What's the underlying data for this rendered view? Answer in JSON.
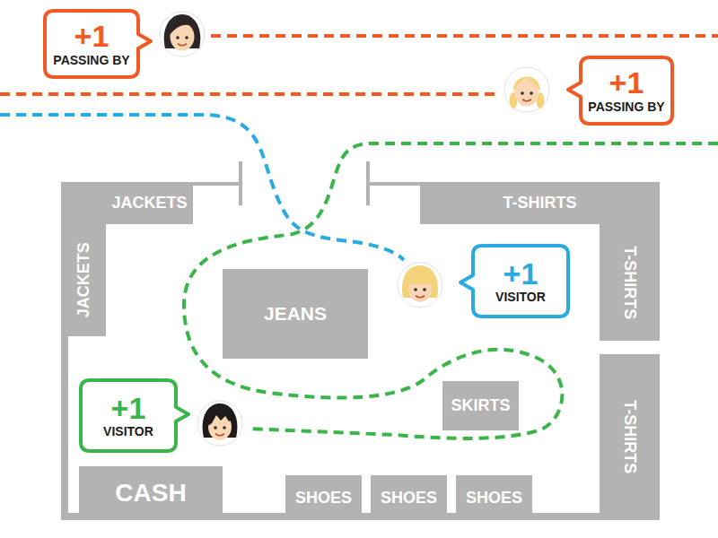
{
  "diagram": {
    "nodes": [
      {
        "text": [
          "+1",
          "PASSING BY"
        ]
      },
      {
        "text": [
          "+1",
          "PASSING BY"
        ]
      },
      {
        "text": [
          "JACKETS"
        ]
      },
      {
        "text": [
          "T-SHIRTS"
        ]
      },
      {
        "text": [
          "JACKETS"
        ]
      },
      {
        "text": [
          "T-SHIRTS"
        ]
      },
      {
        "text": [
          "+1",
          "VISITOR"
        ]
      },
      {
        "text": [
          "JEANS"
        ]
      },
      {
        "text": [
          "T-SHIRTS"
        ]
      },
      {
        "text": [
          "+1",
          "VISITOR"
        ]
      },
      {
        "text": [
          "SKIRTS"
        ]
      },
      {
        "text": [
          "CASH"
        ]
      },
      {
        "text": [
          "SHOES"
        ]
      },
      {
        "text": [
          "SHOES"
        ]
      },
      {
        "text": [
          "SHOES"
        ]
      }
    ]
  }
}
